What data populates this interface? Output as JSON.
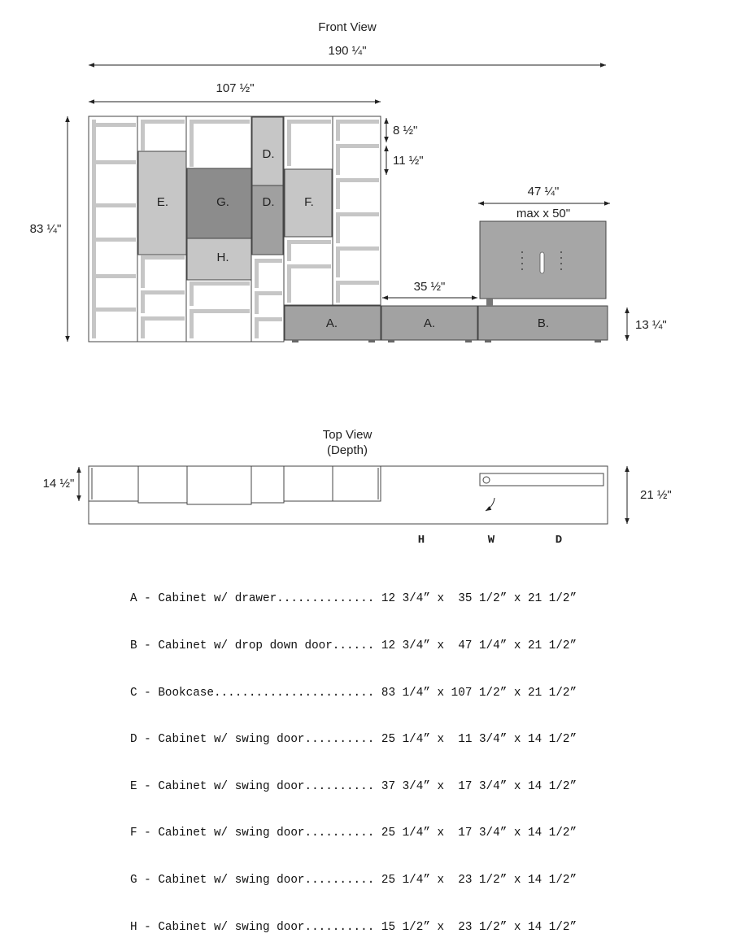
{
  "front_view": {
    "title": "Front View",
    "dims": {
      "overall_width": "190 ¼\"",
      "bookcase_width": "107 ½\"",
      "height": "83 ¼\"",
      "top_shelf": "8 ½\"",
      "second_shelf": "11 ½\"",
      "tv_width": "47 ¼\"",
      "tv_max": "max x 50\"",
      "cabinet_a_width": "35 ½\"",
      "low_cabinet_height": "13 ¼\""
    },
    "units": {
      "e": "E.",
      "g": "G.",
      "d_top": "D.",
      "d_bottom": "D.",
      "f": "F.",
      "h": "H.",
      "a1": "A.",
      "a2": "A.",
      "b": "B."
    }
  },
  "top_view": {
    "title": "Top View",
    "subtitle": "(Depth)",
    "dims": {
      "cabinet_depth": "14 ½\"",
      "low_depth": "21 ½\""
    }
  },
  "legend": {
    "headers": {
      "h": "H",
      "w": "W",
      "d": "D"
    },
    "rows": [
      "A - Cabinet w/ drawer.............. 12 3/4” x  35 1/2” x 21 1/2”",
      "B - Cabinet w/ drop down door...... 12 3/4” x  47 1/4” x 21 1/2”",
      "C - Bookcase....................... 83 1/4” x 107 1/2” x 21 1/2”",
      "D - Cabinet w/ swing door.......... 25 1/4” x  11 3/4” x 14 1/2”",
      "E - Cabinet w/ swing door.......... 37 3/4” x  17 3/4” x 14 1/2”",
      "F - Cabinet w/ swing door.......... 25 1/4” x  17 3/4” x 14 1/2”",
      "G - Cabinet w/ swing door.......... 25 1/4” x  23 1/2” x 14 1/2”",
      "H - Cabinet w/ swing door.......... 15 1/2” x  23 1/2” x 14 1/2”"
    ]
  },
  "colors": {
    "light_gray": "#c6c6c6",
    "mid_gray": "#a8a8a8",
    "dark_gray": "#8c8c8c",
    "low_cabinet": "#a2a2a2",
    "tv": "#a6a6a6",
    "outline": "#444444"
  }
}
